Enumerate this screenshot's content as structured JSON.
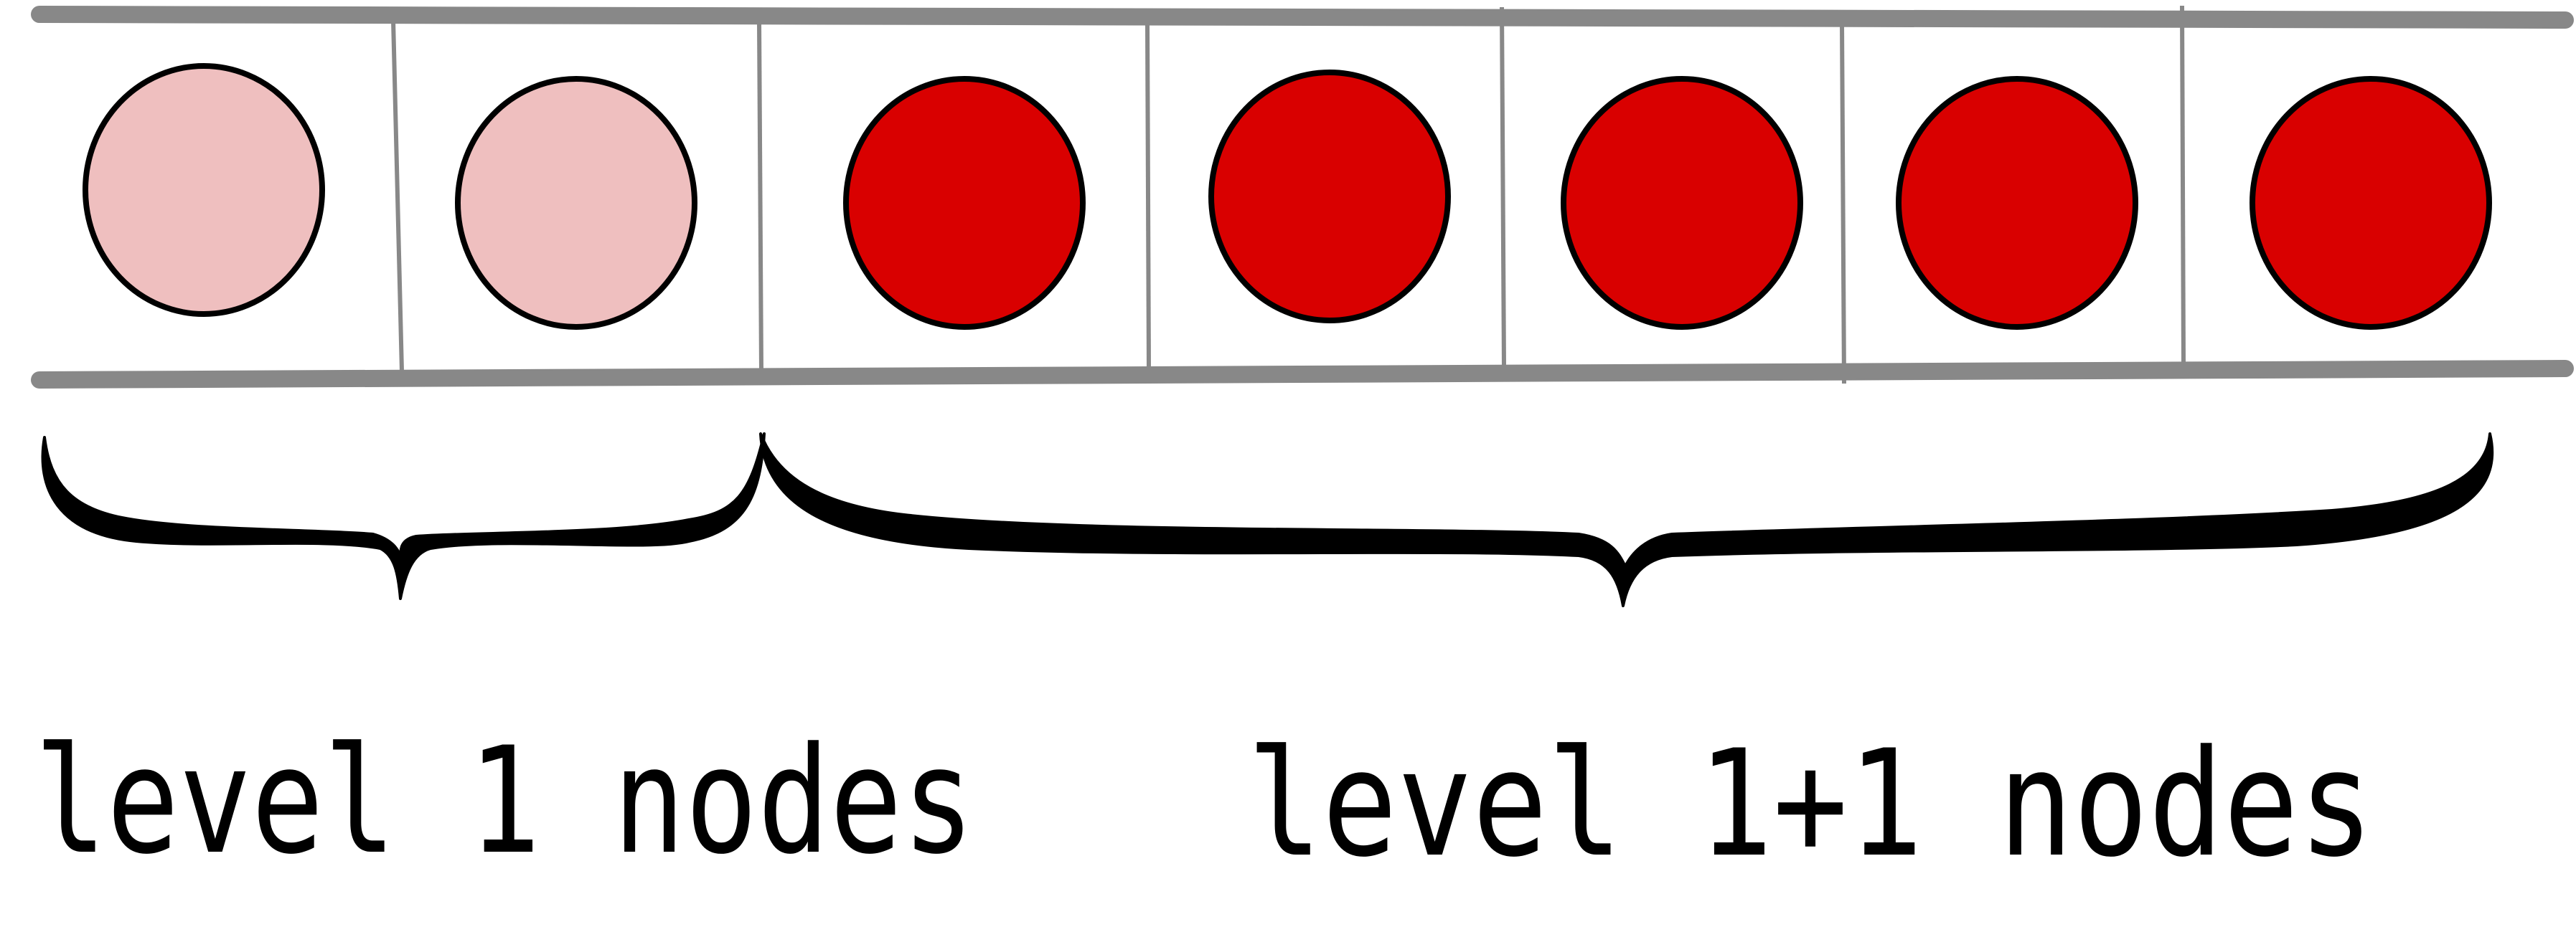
{
  "colors": {
    "track": "#888888",
    "divider": "#888888",
    "node_outline": "#000000",
    "level1_fill": "#efbfbf",
    "level_l1_fill": "#d90000",
    "brace": "#000000",
    "background": "#ffffff"
  },
  "groups": [
    {
      "label": "level 1 nodes",
      "node_count": 2
    },
    {
      "label": "level 1+1 nodes",
      "node_count": 5
    }
  ]
}
